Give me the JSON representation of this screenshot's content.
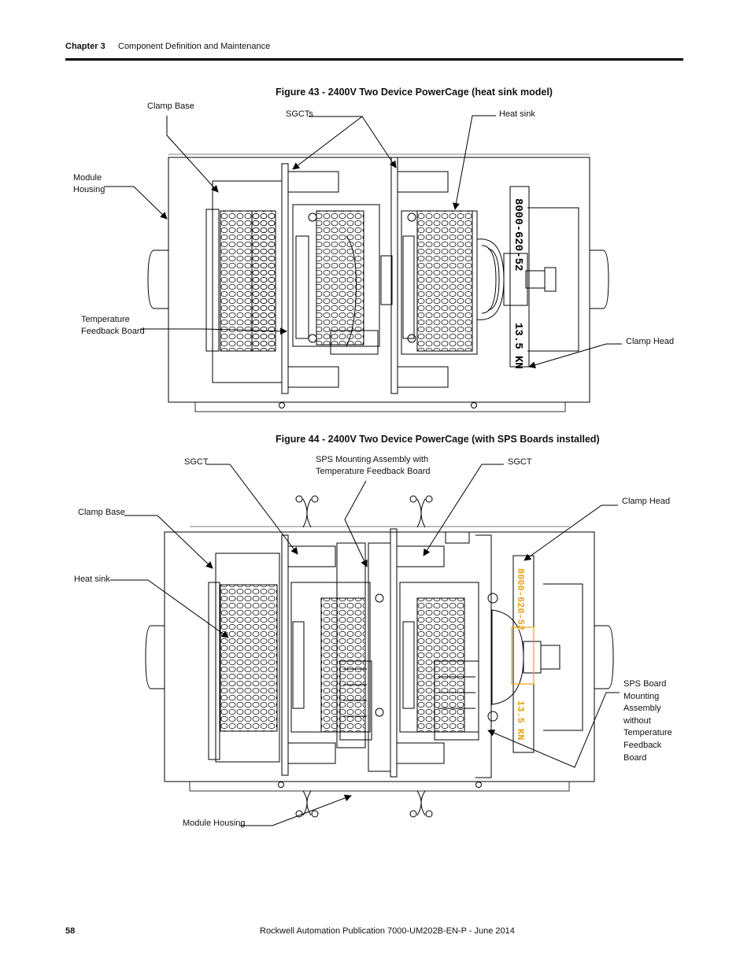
{
  "header": {
    "chapter": "Chapter 3",
    "section": "Component Definition and Maintenance"
  },
  "figure43": {
    "title": "Figure 43 - 2400V Two Device PowerCage (heat sink model)",
    "labels": {
      "clamp_base": "Clamp Base",
      "sgcts": "SGCTs",
      "heat_sink": "Heat sink",
      "module_housing": [
        "Module",
        "Housing"
      ],
      "temperature_feedback_board": [
        "Temperature",
        "Feedback Board"
      ],
      "clamp_head": "Clamp Head"
    },
    "stamp_part_number": "8000-620-52",
    "stamp_rating": "13.5 KN"
  },
  "figure44": {
    "title": "Figure 44 - 2400V Two Device PowerCage (with SPS Boards installed)",
    "labels": {
      "sgct_left": "SGCT",
      "sps_mounting": [
        "SPS Mounting Assembly with",
        "Temperature Feedback Board"
      ],
      "sgct_right": "SGCT",
      "clamp_base": "Clamp Base",
      "clamp_head": "Clamp Head",
      "heat_sink": "Heat sink",
      "sps_board_mounting": [
        "SPS Board",
        "Mounting",
        "Assembly",
        "without",
        "Temperature",
        "Feedback",
        "Board"
      ],
      "module_housing": "Module Housing"
    },
    "stamp_part_number": "8000-620-52",
    "stamp_rating": "13.5 KN",
    "accent_color": "#e8a317"
  },
  "footer": {
    "page_number": "58",
    "publication": "Rockwell Automation Publication 7000-UM202B-EN-P - June 2014"
  }
}
